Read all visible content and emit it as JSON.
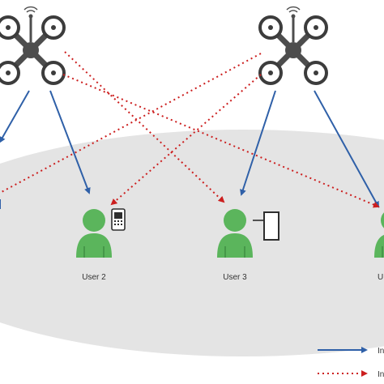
{
  "colors": {
    "ground": "#e4e4e4",
    "user": "#5bb55c",
    "user_dark": "#3f8f43",
    "drone_body": "#4d4d4d",
    "rotor_ring": "#3c3c3c",
    "blue_link": "#2f60a8",
    "red_link": "#cc1f1f",
    "device": "#2e2e2e"
  },
  "icons": {
    "drone": "quadcopter-icon",
    "antenna": "antenna-icon",
    "user": "person-icon",
    "phone": "smartphone-icon",
    "tablet": "tablet-icon"
  },
  "users": [
    {
      "label": "User 2",
      "device": "smartphone"
    },
    {
      "label": "User 3",
      "device": "tablet"
    },
    {
      "label": "U",
      "device": "none"
    }
  ],
  "legend": {
    "blue_label": "In",
    "red_label": "In"
  }
}
